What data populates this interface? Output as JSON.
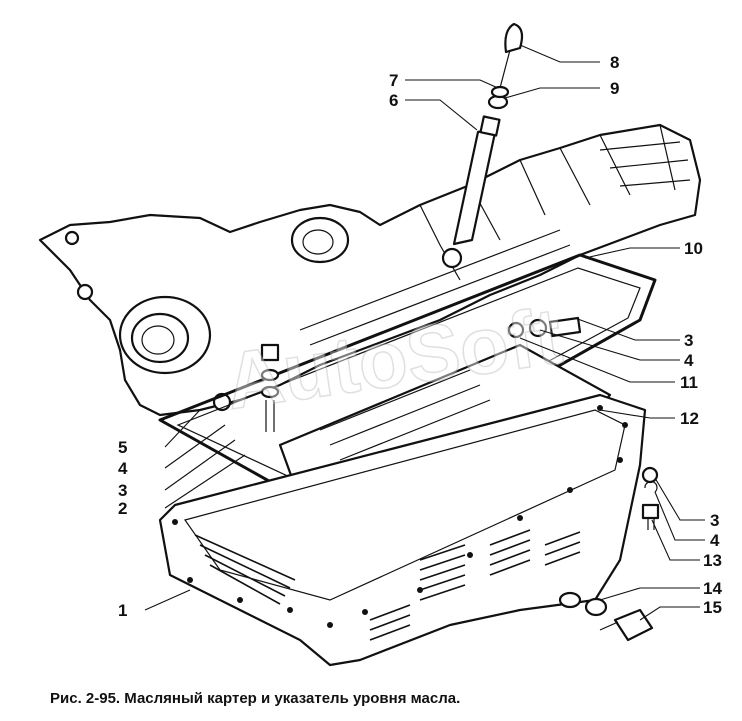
{
  "callouts": [
    {
      "id": "1",
      "label": "1"
    },
    {
      "id": "2",
      "label": "2"
    },
    {
      "id": "3a",
      "label": "3"
    },
    {
      "id": "4a",
      "label": "4"
    },
    {
      "id": "5",
      "label": "5"
    },
    {
      "id": "6",
      "label": "6"
    },
    {
      "id": "7",
      "label": "7"
    },
    {
      "id": "8",
      "label": "8"
    },
    {
      "id": "9",
      "label": "9"
    },
    {
      "id": "10",
      "label": "10"
    },
    {
      "id": "3b",
      "label": "3"
    },
    {
      "id": "4b",
      "label": "4"
    },
    {
      "id": "11",
      "label": "11"
    },
    {
      "id": "12",
      "label": "12"
    },
    {
      "id": "3c",
      "label": "3"
    },
    {
      "id": "4c",
      "label": "4"
    },
    {
      "id": "13",
      "label": "13"
    },
    {
      "id": "14",
      "label": "14"
    },
    {
      "id": "15",
      "label": "15"
    }
  ],
  "watermark": "AutoSoft",
  "caption": "Рис. 2-95. Масляный картер и указатель уровня масла."
}
